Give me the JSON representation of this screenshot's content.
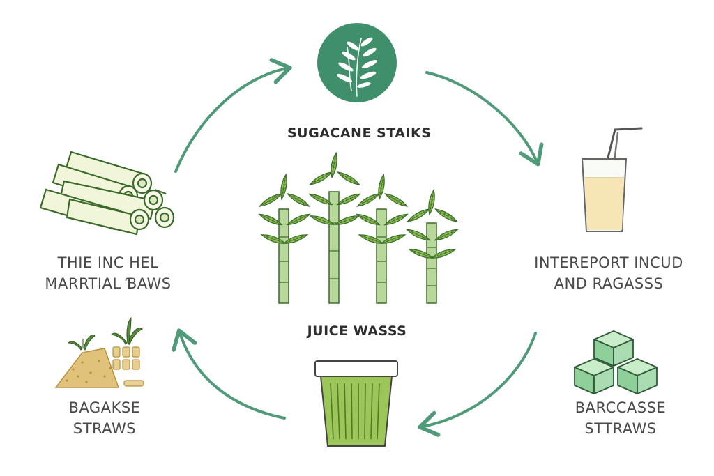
{
  "labels": {
    "top": "SUGACANE STAIKS",
    "center": "JUICE WASSS",
    "left_line1": "THIE INC HEL",
    "left_line2": "MARRTIAL ƁAWS",
    "right_line1": "INTEREPORT INCUD",
    "right_line2": "AND RAGASSS",
    "bottom_left_line1": "BAGAKSE",
    "bottom_left_line2": "STRAWS",
    "bottom_right_line1": "BARCCASSE",
    "bottom_right_line2": "STTRAWS"
  },
  "colors": {
    "arrow": "#4f9a78",
    "badge": "#3f8f6a",
    "cane_leaf": "#7fb24a",
    "cane_stalk": "#b7d89a",
    "juice": "#f6e6b5",
    "bin": "#9cc65a",
    "cube": "#a9dcb0",
    "bagasse": "#e0c27a"
  },
  "icons": [
    "sugarcane-sprig-icon",
    "sugarcane-plants-icon",
    "juice-glass-icon",
    "bamboo-bundle-icon",
    "bagasse-pile-icon",
    "juice-bin-icon",
    "sugar-cubes-icon"
  ]
}
